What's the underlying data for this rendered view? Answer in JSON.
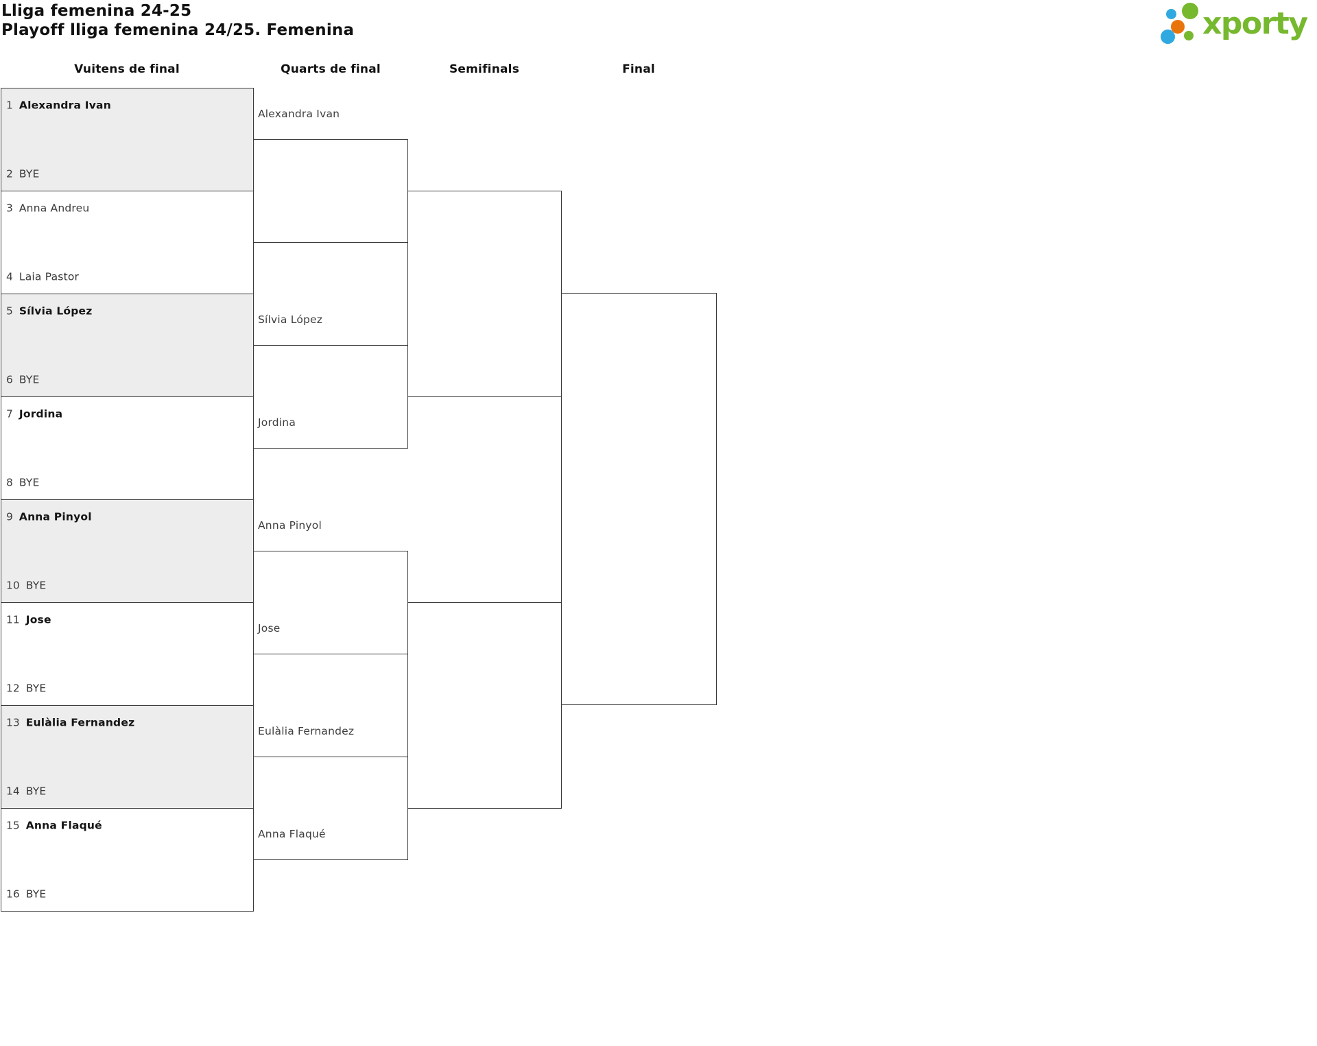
{
  "header": {
    "title": "Lliga femenina 24-25",
    "subtitle": "Playoff lliga femenina 24/25. Femenina",
    "logo_text": "xporty"
  },
  "rounds": [
    {
      "label": "Vuitens de final"
    },
    {
      "label": "Quarts de final"
    },
    {
      "label": "Semifinals"
    },
    {
      "label": "Final"
    }
  ],
  "bracket": {
    "r16_matches": [
      {
        "shaded": true,
        "a": {
          "seed": "1",
          "name": "Alexandra Ivan",
          "bold": true
        },
        "b": {
          "seed": "2",
          "name": "BYE",
          "bold": false
        }
      },
      {
        "shaded": false,
        "a": {
          "seed": "3",
          "name": "Anna Andreu",
          "bold": false
        },
        "b": {
          "seed": "4",
          "name": "Laia Pastor",
          "bold": false
        }
      },
      {
        "shaded": true,
        "a": {
          "seed": "5",
          "name": "Sílvia López",
          "bold": true
        },
        "b": {
          "seed": "6",
          "name": "BYE",
          "bold": false
        }
      },
      {
        "shaded": false,
        "a": {
          "seed": "7",
          "name": "Jordina",
          "bold": true
        },
        "b": {
          "seed": "8",
          "name": "BYE",
          "bold": false
        }
      },
      {
        "shaded": true,
        "a": {
          "seed": "9",
          "name": "Anna Pinyol",
          "bold": true
        },
        "b": {
          "seed": "10",
          "name": "BYE",
          "bold": false
        }
      },
      {
        "shaded": false,
        "a": {
          "seed": "11",
          "name": "Jose",
          "bold": true
        },
        "b": {
          "seed": "12",
          "name": "BYE",
          "bold": false
        }
      },
      {
        "shaded": true,
        "a": {
          "seed": "13",
          "name": "Eulàlia Fernandez",
          "bold": true
        },
        "b": {
          "seed": "14",
          "name": "BYE",
          "bold": false
        }
      },
      {
        "shaded": false,
        "a": {
          "seed": "15",
          "name": "Anna Flaqué",
          "bold": true
        },
        "b": {
          "seed": "16",
          "name": "BYE",
          "bold": false
        }
      }
    ],
    "qf_entries": [
      {
        "a": "Alexandra Ivan",
        "b": ""
      },
      {
        "a": "Sílvia López",
        "b": "Jordina"
      },
      {
        "a": "Anna Pinyol",
        "b": "Jose"
      },
      {
        "a": "Eulàlia Fernandez",
        "b": "Anna Flaqué"
      }
    ]
  },
  "colors": {
    "logo_green": "#76b82e",
    "logo_blue": "#2fa9e0",
    "logo_orange": "#e8740c",
    "box_border": "#3a3a3a",
    "shaded_fill": "#ededed",
    "text_dark": "#151515",
    "text_gray": "#3e3e3e"
  }
}
